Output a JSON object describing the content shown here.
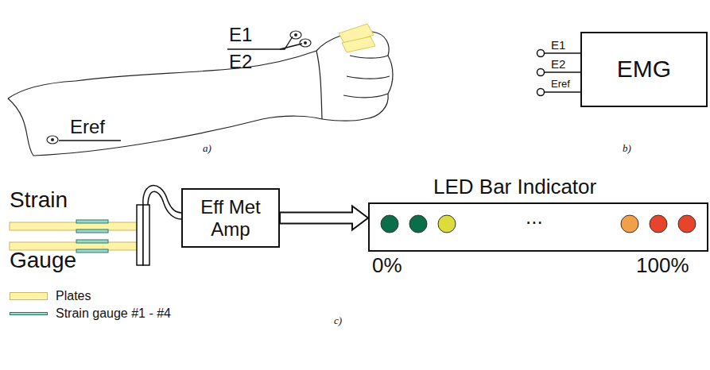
{
  "diagram": {
    "nodes": [
      {
        "text": [
          "EMG"
        ]
      },
      {
        "text": [
          "Eff Met Amp"
        ]
      },
      {
        "text": [
          "LED Bar Indicator",
          "..."
        ]
      }
    ],
    "edges": [
      {
        "from": 1,
        "to": 2,
        "arrow": "to"
      }
    ],
    "labels": [
      "E1",
      "E2",
      "Eref",
      "a)",
      "E1",
      "E2",
      "Eref",
      "b)",
      "Strain",
      "Gauge",
      "0%",
      "100%",
      "c)"
    ],
    "legend": [
      {
        "text": "Plates",
        "color": "#fff3a8"
      },
      {
        "text": "Strain gauge #1 - #4"
      }
    ]
  }
}
